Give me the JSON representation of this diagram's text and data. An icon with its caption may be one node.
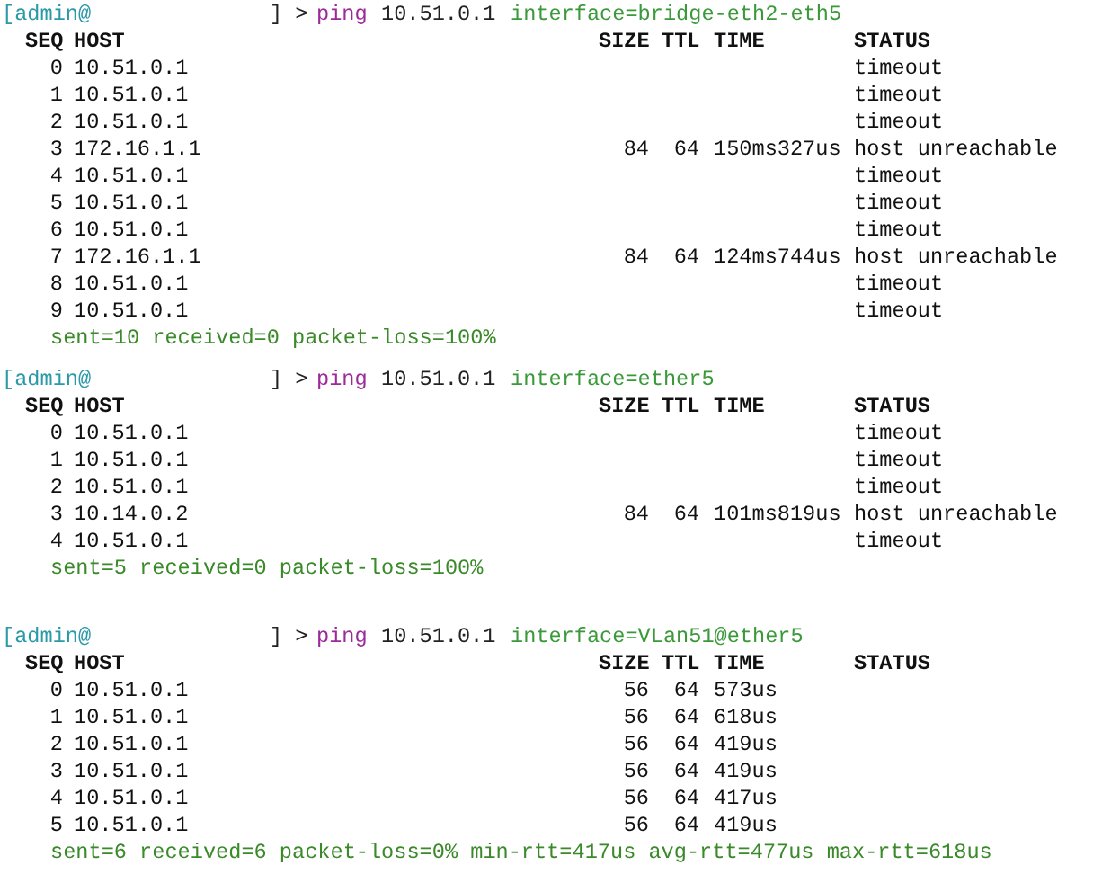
{
  "diagram": {
    "labels": [
      "[admin@",
      "] >",
      "ping",
      "10.51.0.1",
      "interface=bridge-eth2-eth5",
      "SEQ",
      "HOST",
      "SIZE",
      "TTL",
      "TIME",
      "STATUS",
      "0",
      "10.51.0.1",
      "timeout",
      "1",
      "10.51.0.1",
      "timeout",
      "2",
      "10.51.0.1",
      "timeout",
      "3",
      "172.16.1.1",
      "84",
      "64",
      "150ms327us",
      "host unreachable",
      "4",
      "10.51.0.1",
      "timeout",
      "5",
      "10.51.0.1",
      "timeout",
      "6",
      "10.51.0.1",
      "timeout",
      "7",
      "172.16.1.1",
      "84",
      "64",
      "124ms744us",
      "host unreachable",
      "8",
      "10.51.0.1",
      "timeout",
      "9",
      "10.51.0.1",
      "timeout",
      "sent=10 received=0 packet-loss=100%",
      "[admin@",
      "] >",
      "ping",
      "10.51.0.1",
      "interface=ether5",
      "SEQ",
      "HOST",
      "SIZE",
      "TTL",
      "TIME",
      "STATUS",
      "0",
      "10.51.0.1",
      "timeout",
      "1",
      "10.51.0.1",
      "timeout",
      "2",
      "10.51.0.1",
      "timeout",
      "3",
      "10.14.0.2",
      "84",
      "64",
      "101ms819us",
      "host unreachable",
      "4",
      "10.51.0.1",
      "timeout",
      "sent=5 received=0 packet-loss=100%",
      "[admin@",
      "] >",
      "ping",
      "10.51.0.1",
      "interface=VLan51@ether5",
      "SEQ",
      "HOST",
      "SIZE",
      "TTL",
      "TIME",
      "STATUS",
      "0",
      "10.51.0.1",
      "56",
      "64",
      "573us",
      "1",
      "10.51.0.1",
      "56",
      "64",
      "618us",
      "2",
      "10.51.0.1",
      "56",
      "64",
      "419us",
      "3",
      "10.51.0.1",
      "56",
      "64",
      "419us",
      "4",
      "10.51.0.1",
      "56",
      "64",
      "417us",
      "5",
      "10.51.0.1",
      "56",
      "64",
      "419us",
      "sent=6 received=6 packet-loss=0% min-rtt=417us avg-rtt=477us max-rtt=618us"
    ]
  }
}
